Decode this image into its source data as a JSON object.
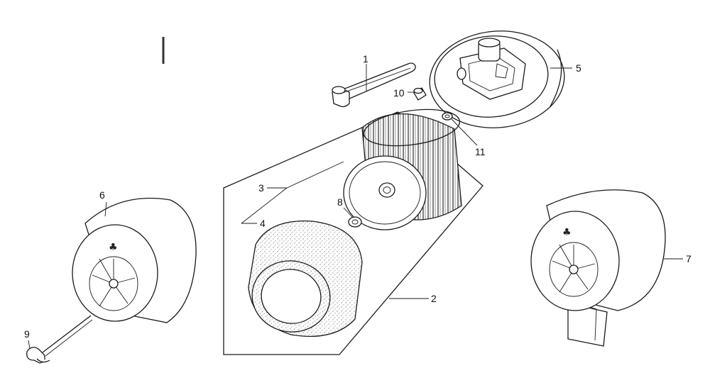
{
  "diagram": {
    "parts": [
      {
        "key": "elbow_tube",
        "number": "1"
      },
      {
        "key": "foam_element",
        "number": "2"
      },
      {
        "key": "set_bracket",
        "number": "3"
      },
      {
        "key": "set_bracket_lower",
        "number": "4"
      },
      {
        "key": "case",
        "number": "5"
      },
      {
        "key": "cover_left",
        "number": "6"
      },
      {
        "key": "cover_right",
        "number": "7"
      },
      {
        "key": "grommet",
        "number": "8"
      },
      {
        "key": "wing_bolt",
        "number": "9"
      },
      {
        "key": "collar",
        "number": "10"
      },
      {
        "key": "nut",
        "number": "11"
      }
    ]
  },
  "colors": {
    "line": "#1a1a1a",
    "background": "#ffffff",
    "foam_stipple": "#9a9a9a"
  }
}
